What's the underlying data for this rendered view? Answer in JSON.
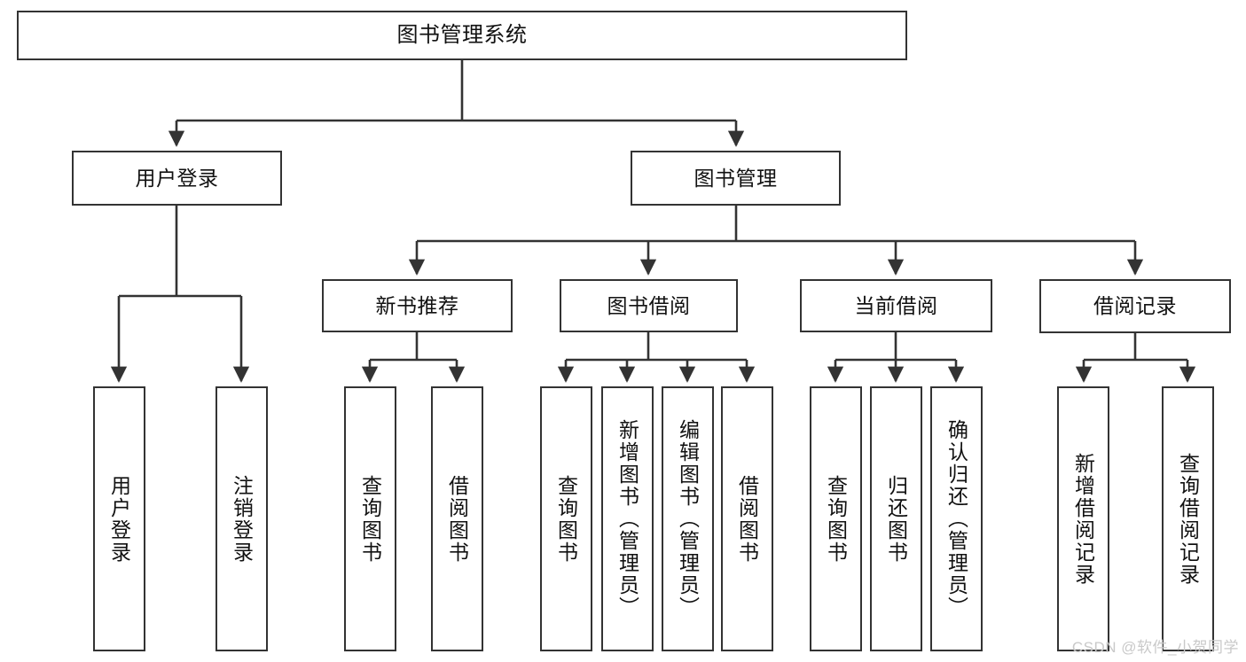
{
  "diagram": {
    "type": "tree-hierarchy-chart",
    "title": "图书管理系统",
    "stroke_color": "#333333",
    "box_fill": "#ffffff",
    "text_color": "#111111",
    "nodes": {
      "root": {
        "label": "图书管理系统"
      },
      "level2": [
        {
          "id": "user-login",
          "label": "用户登录"
        },
        {
          "id": "book-manage",
          "label": "图书管理"
        }
      ],
      "level3": [
        {
          "id": "new-book-recommend",
          "label": "新书推荐"
        },
        {
          "id": "book-borrow",
          "label": "图书借阅"
        },
        {
          "id": "current-borrow",
          "label": "当前借阅"
        },
        {
          "id": "borrow-record",
          "label": "借阅记录"
        }
      ],
      "leaves": [
        {
          "id": "leaf-user-login",
          "label": "用户登录",
          "parent": "user-login"
        },
        {
          "id": "leaf-user-logout",
          "label": "注销登录",
          "parent": "user-login"
        },
        {
          "id": "leaf-query-book-1",
          "label": "查询图书",
          "parent": "new-book-recommend"
        },
        {
          "id": "leaf-borrow-book-1",
          "label": "借阅图书",
          "parent": "new-book-recommend"
        },
        {
          "id": "leaf-query-book-2",
          "label": "查询图书",
          "parent": "book-borrow"
        },
        {
          "id": "leaf-add-book",
          "label": "新增图书（管理员）",
          "parent": "book-borrow"
        },
        {
          "id": "leaf-edit-book",
          "label": "编辑图书（管理员）",
          "parent": "book-borrow"
        },
        {
          "id": "leaf-borrow-book-2",
          "label": "借阅图书",
          "parent": "book-borrow"
        },
        {
          "id": "leaf-query-book-3",
          "label": "查询图书",
          "parent": "current-borrow"
        },
        {
          "id": "leaf-return-book",
          "label": "归还图书",
          "parent": "current-borrow"
        },
        {
          "id": "leaf-confirm-return",
          "label": "确认归还（管理员）",
          "parent": "current-borrow"
        },
        {
          "id": "leaf-add-record",
          "label": "新增借阅记录",
          "parent": "borrow-record"
        },
        {
          "id": "leaf-query-record",
          "label": "查询借阅记录",
          "parent": "borrow-record"
        }
      ]
    }
  },
  "watermark": {
    "text": "CSDN @软件_小贺同学",
    "color": "#c9c9c9"
  }
}
